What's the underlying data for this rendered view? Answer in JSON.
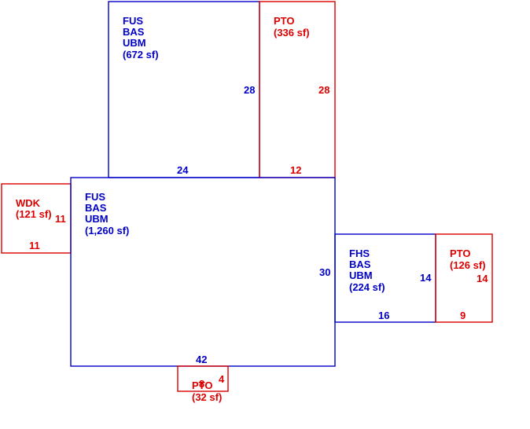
{
  "colors": {
    "living": "#0000c8",
    "exterior": "#dc0000"
  },
  "areas": {
    "upper_living": {
      "lines": [
        "FUS",
        "BAS",
        "UBM",
        "(672 sf)"
      ],
      "side": "28",
      "bottom": "24"
    },
    "upper_pto": {
      "lines": [
        "PTO",
        "(336 sf)"
      ],
      "side": "28",
      "bottom": "12"
    },
    "wdk": {
      "lines": [
        "WDK",
        "(121 sf)"
      ],
      "side": "11",
      "bottom": "11"
    },
    "main_living": {
      "lines": [
        "FUS",
        "BAS",
        "UBM",
        "(1,260 sf)"
      ],
      "side": "30",
      "bottom": "42"
    },
    "fhs": {
      "lines": [
        "FHS",
        "BAS",
        "UBM",
        "(224 sf)"
      ],
      "side": "14",
      "bottom": "16"
    },
    "right_pto": {
      "lines": [
        "PTO",
        "(126 sf)"
      ],
      "side": "14",
      "bottom": "9"
    },
    "bottom_pto": {
      "lines": [
        "PTO",
        "(32 sf)"
      ],
      "side": "4",
      "bottom": "8"
    }
  }
}
